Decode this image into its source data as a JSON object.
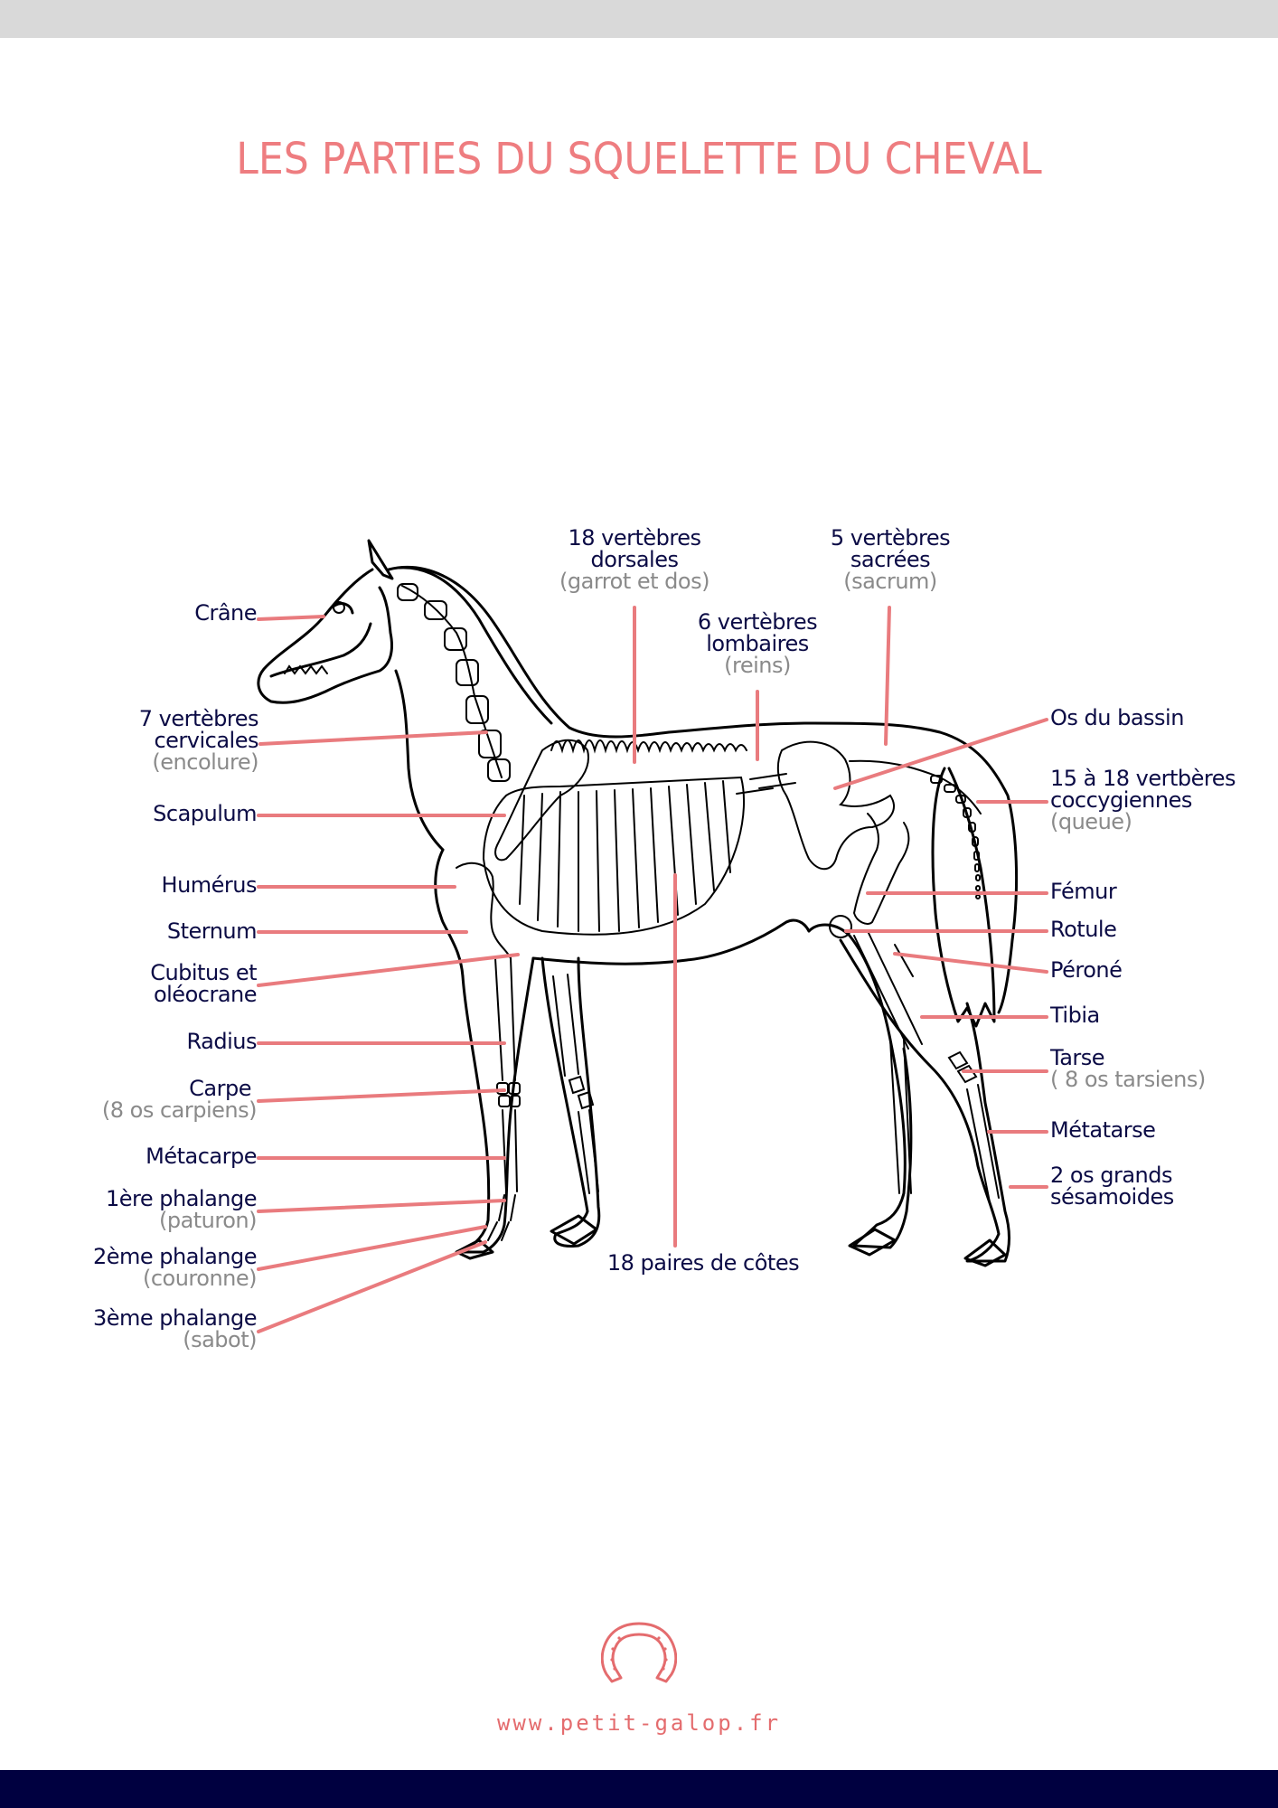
{
  "page": {
    "title": "LES PARTIES DU SQUELETTE DU CHEVAL",
    "colors": {
      "title": "#ee7d80",
      "leader_line": "#e97b7e",
      "label_main": "#0b0b45",
      "label_sub": "#8a8a8a",
      "top_bar": "#d9d9d9",
      "bottom_bar": "#000040",
      "drawing": "#000000"
    }
  },
  "labels": {
    "left": [
      {
        "id": "crane",
        "main": "Crâne",
        "sub": null
      },
      {
        "id": "cervicales",
        "main1": "7 vertèbres",
        "main2": "cervicales",
        "sub": "(encolure)"
      },
      {
        "id": "scapulum",
        "main": "Scapulum",
        "sub": null
      },
      {
        "id": "humerus",
        "main": "Humérus",
        "sub": null
      },
      {
        "id": "sternum",
        "main": "Sternum",
        "sub": null
      },
      {
        "id": "cubitus",
        "main1": "Cubitus et",
        "main2": "oléocrane",
        "sub": null
      },
      {
        "id": "radius",
        "main": "Radius",
        "sub": null
      },
      {
        "id": "carpe",
        "main": "Carpe",
        "sub": "(8 os carpiens)"
      },
      {
        "id": "metacarpe",
        "main": "Métacarpe",
        "sub": null
      },
      {
        "id": "phalange1",
        "main": "1ère phalange",
        "sub": "(paturon)"
      },
      {
        "id": "phalange2",
        "main": "2ème phalange",
        "sub": "(couronne)"
      },
      {
        "id": "phalange3",
        "main": "3ème phalange",
        "sub": "(sabot)"
      }
    ],
    "top": [
      {
        "id": "dorsales",
        "main1": "18 vertèbres",
        "main2": "dorsales",
        "sub": "(garrot et dos)"
      },
      {
        "id": "lombaires",
        "main1": "6 vertèbres",
        "main2": "lombaires",
        "sub": "(reins)"
      },
      {
        "id": "sacrees",
        "main1": "5 vertèbres",
        "main2": "sacrées",
        "sub": "(sacrum)"
      }
    ],
    "bottom": [
      {
        "id": "cotes",
        "main": "18 paires de côtes"
      }
    ],
    "right": [
      {
        "id": "bassin",
        "main": "Os du bassin",
        "sub": null
      },
      {
        "id": "coccygiennes",
        "main1": "15 à 18 vertbères",
        "main2": "coccygiennes",
        "sub": "(queue)"
      },
      {
        "id": "femur",
        "main": "Fémur",
        "sub": null
      },
      {
        "id": "rotule",
        "main": "Rotule",
        "sub": null
      },
      {
        "id": "perone",
        "main": "Péroné",
        "sub": null
      },
      {
        "id": "tibia",
        "main": "Tibia",
        "sub": null
      },
      {
        "id": "tarse",
        "main": "Tarse",
        "sub": "( 8 os tarsiens)"
      },
      {
        "id": "metatarse",
        "main": "Métatarse",
        "sub": null
      },
      {
        "id": "sesamoides",
        "main1": "2 os grands",
        "main2": "sésamoides",
        "sub": null
      }
    ]
  },
  "footer": {
    "logo_icon": "horseshoe-icon",
    "url": "www.petit-galop.fr"
  }
}
